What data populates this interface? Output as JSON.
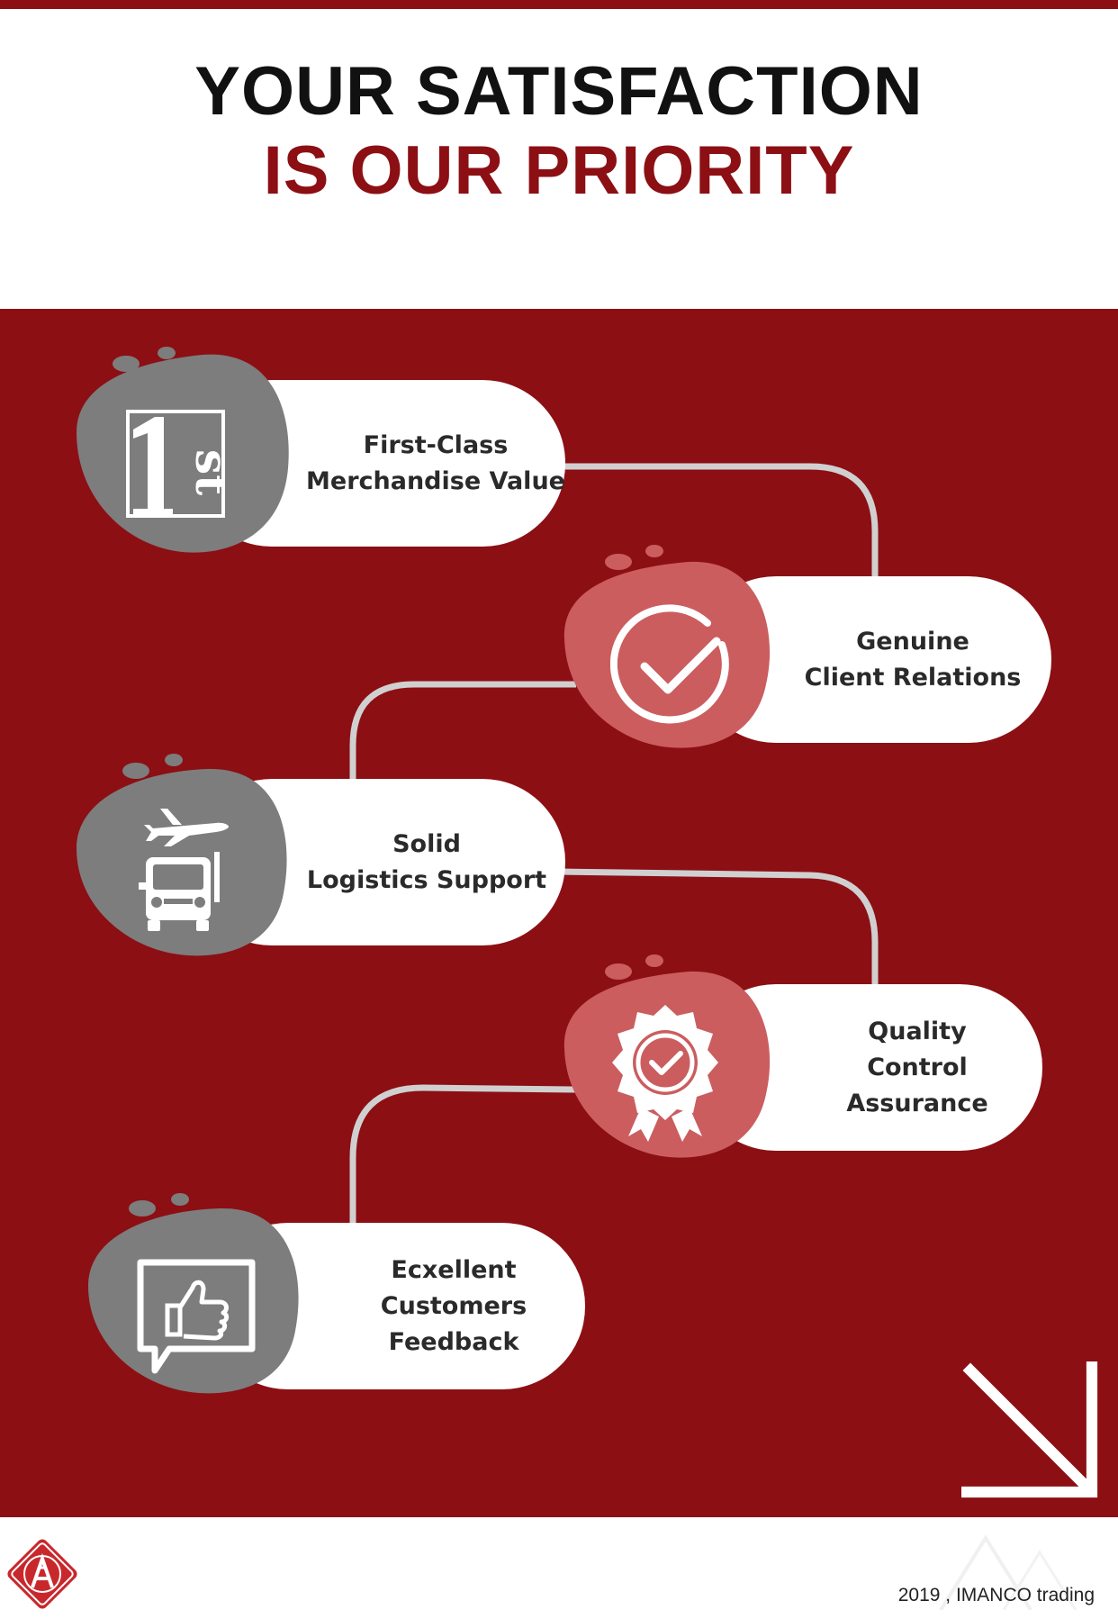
{
  "heading": {
    "line1": "YOUR SATISFACTION",
    "line2": "IS OUR PRIORITY"
  },
  "colors": {
    "brand_red": "#8c0f14",
    "blob_gray": "#7d7d7d",
    "blob_salmon": "#cb5d5f",
    "connector": "#d0d0d0"
  },
  "items": [
    {
      "line1": "First-Class",
      "line2": "Merchandise Value",
      "icon": "first-place-icon"
    },
    {
      "line1": "Genuine",
      "line2": "Client Relations",
      "icon": "check-circle-icon"
    },
    {
      "line1": "Solid",
      "line2": "Logistics Support",
      "icon": "plane-truck-icon"
    },
    {
      "line1": "Quality",
      "line2": "Control Assurance",
      "icon": "quality-badge-icon"
    },
    {
      "line1": "Ecxellent",
      "line2": "Customers Feedback",
      "icon": "thumbs-up-feedback-icon"
    }
  ],
  "footer": {
    "year_company": "2019 , IMANCO trading"
  }
}
